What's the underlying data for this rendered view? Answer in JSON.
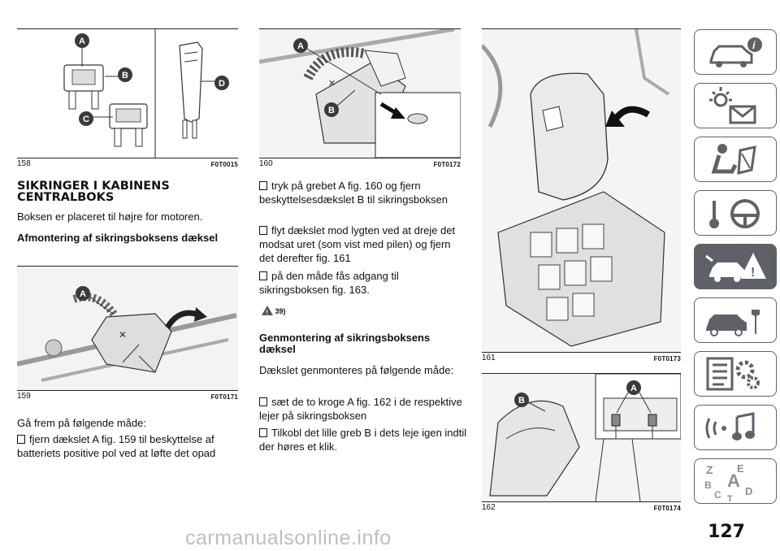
{
  "figures": {
    "f158": {
      "number": "158",
      "code": "F0T0015",
      "callouts": [
        "A",
        "B",
        "C",
        "D"
      ]
    },
    "f159": {
      "number": "159",
      "code": "F0T0171",
      "callouts": [
        "A"
      ]
    },
    "f160": {
      "number": "160",
      "code": "F0T0172",
      "callouts": [
        "A",
        "B"
      ]
    },
    "f161": {
      "number": "161",
      "code": "F0T0173"
    },
    "f162": {
      "number": "162",
      "code": "F0T0174",
      "callouts": [
        "A",
        "B"
      ]
    }
  },
  "col1": {
    "heading": "SIKRINGER I KABINENS CENTRALBOKS",
    "intro": "Boksen er placeret til højre for motoren.",
    "subheading": "Afmontering af sikringsboksens dæksel",
    "lead": "Gå frem på følgende måde:",
    "bullet1": "fjern dækslet A fig. 159 til beskyttelse af batteriets positive pol ved at løfte det opad"
  },
  "col2": {
    "bullet1": "tryk på grebet A fig. 160 og fjern beskyttelsesdækslet B til sikringsboksen",
    "bullet2": "flyt dækslet mod lygten ved at dreje det modsat uret (som vist med pilen) og fjern det derefter fig. 161",
    "bullet3": "på den måde fås adgang til sikringsboksen fig. 163.",
    "warning_ref": "39)",
    "subheading": "Genmontering af sikringsboksens dæksel",
    "lead": "Dækslet genmonteres på følgende måde:",
    "bullet4": "sæt de to kroge A fig. 162 i de respektive lejer på sikringsboksen",
    "bullet5": "Tilkobl det lille greb B i dets leje igen indtil der høres et klik."
  },
  "sidebar_icons": [
    "car-info-icon",
    "warning-lights-icon",
    "airbag-seat-icon",
    "steering-key-icon",
    "emergency-icon",
    "car-maintenance-icon",
    "technical-data-icon",
    "multimedia-icon",
    "index-icon"
  ],
  "sidebar_active_index": 4,
  "index_letters": [
    "Z",
    "E",
    "B",
    "A",
    "C",
    "D",
    "T"
  ],
  "page_number": "127",
  "watermark": "carmanualsonline.info",
  "colors": {
    "accent_grey": "#5e6268",
    "text": "#111111"
  }
}
